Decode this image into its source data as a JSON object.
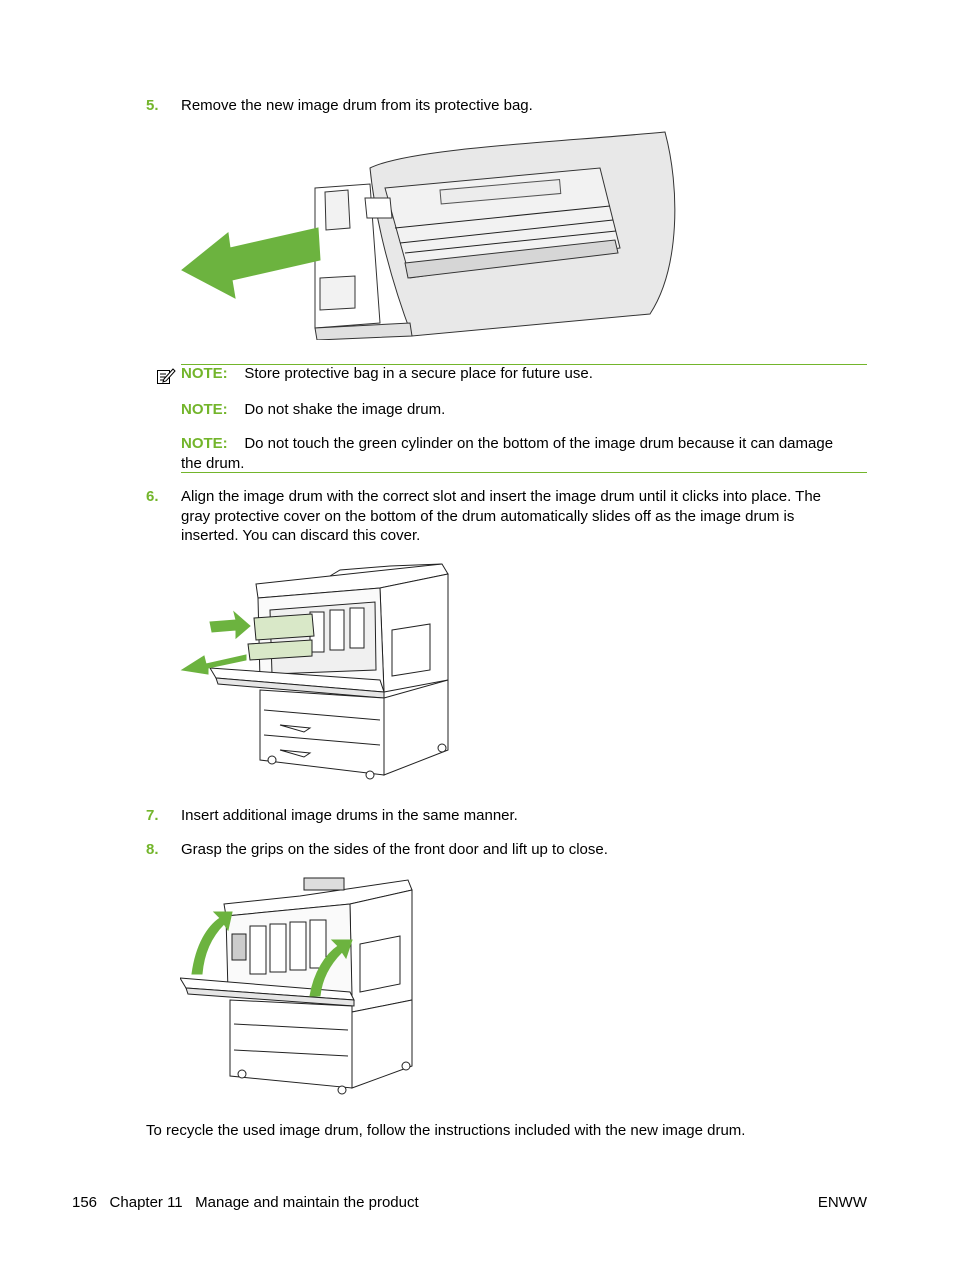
{
  "steps": {
    "step5": {
      "num": "5.",
      "text": "Remove the new image drum from its protective bag."
    },
    "step6": {
      "num": "6.",
      "text_line1": "Align the image drum with the correct slot and insert the image drum until it clicks into place. The",
      "text_line2": "gray protective cover on the bottom of the drum automatically slides off as the image drum is",
      "text_line3": "inserted. You can discard this cover."
    },
    "step7": {
      "num": "7.",
      "text": "Insert additional image drums in the same manner."
    },
    "step8": {
      "num": "8.",
      "text": "Grasp the grips on the sides of the front door and lift up to close."
    }
  },
  "notes": [
    {
      "label": "NOTE:",
      "text": "Store protective bag in a secure place for future use."
    },
    {
      "label": "NOTE:",
      "text": "Do not shake the image drum."
    },
    {
      "label": "NOTE:",
      "text_line1": "Do not touch the green cylinder on the bottom of the image drum because it can damage",
      "text_line2": "the drum."
    }
  ],
  "icons": {
    "note": "note-pencil-icon"
  },
  "closing": "To recycle the used image drum, follow the instructions included with the new image drum.",
  "footer": {
    "page_number": "156",
    "chapter": "Chapter 11",
    "chapter_title": "Manage and maintain the product",
    "right": "ENWW"
  },
  "colors": {
    "accent": "#73b52b",
    "arrow": "#6cb33f"
  }
}
